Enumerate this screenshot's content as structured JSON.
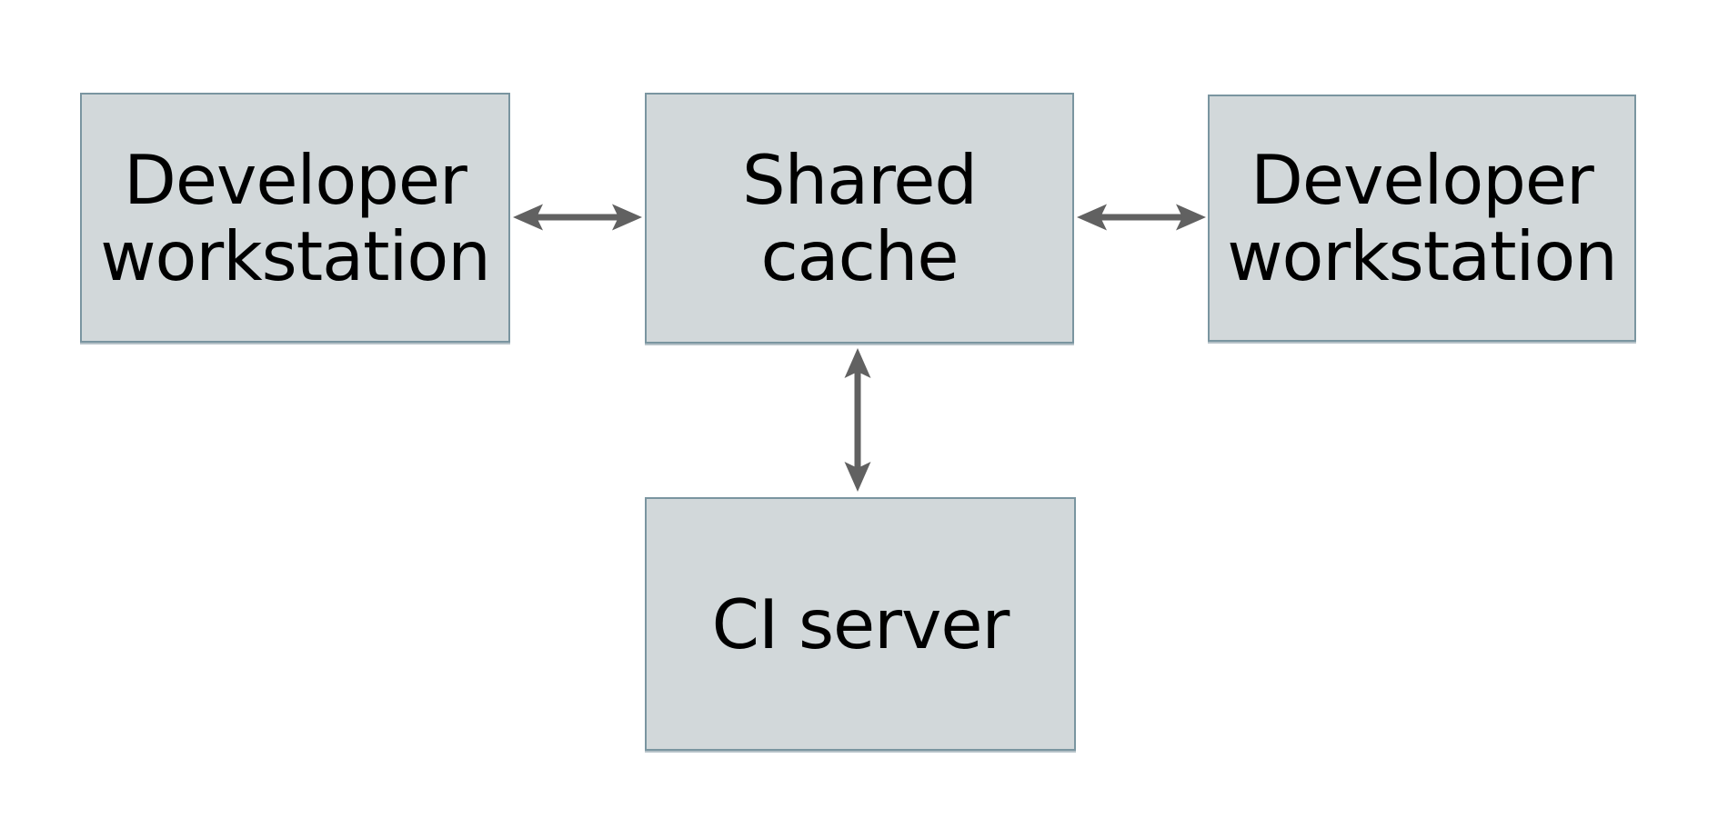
{
  "diagram": {
    "nodes": [
      {
        "id": "dev-left",
        "label": "Developer\nworkstation"
      },
      {
        "id": "shared-cache",
        "label": "Shared\ncache"
      },
      {
        "id": "dev-right",
        "label": "Developer\nworkstation"
      },
      {
        "id": "ci-server",
        "label": "CI server"
      }
    ],
    "edges": [
      {
        "from": "dev-left",
        "to": "shared-cache",
        "type": "bidirectional-arrow"
      },
      {
        "from": "shared-cache",
        "to": "dev-right",
        "type": "bidirectional-arrow"
      },
      {
        "from": "shared-cache",
        "to": "ci-server",
        "type": "bidirectional-arrow"
      }
    ],
    "colors": {
      "background": "#ffffff",
      "node_fill": "#d2d8da",
      "node_border": "#7a95a0",
      "arrow": "#616161",
      "text": "#000000"
    }
  }
}
